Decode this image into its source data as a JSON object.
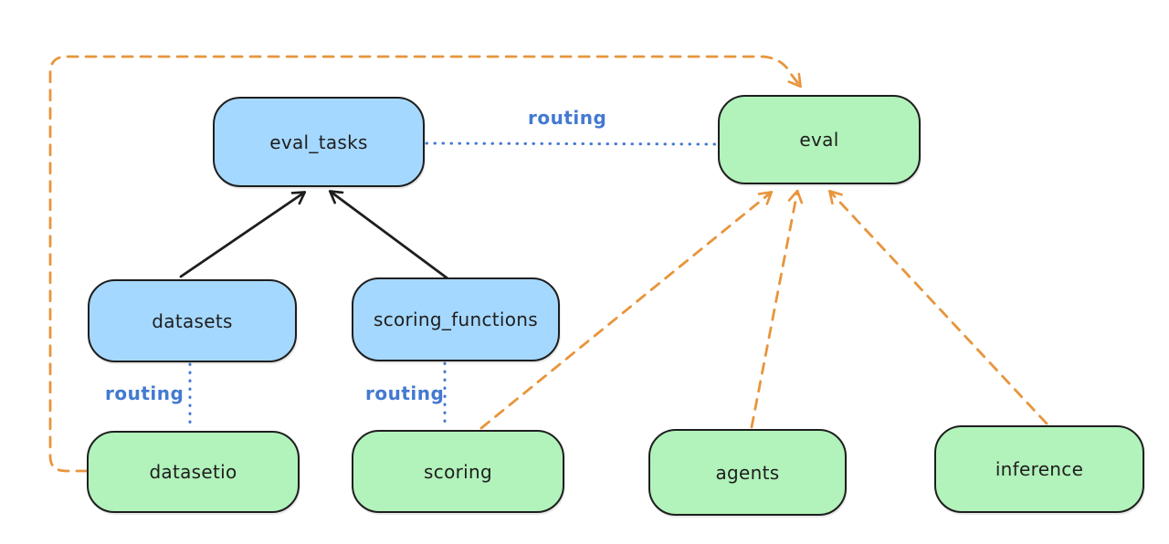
{
  "diagram": {
    "description": "Architecture diagram showing eval APIs routed to providers",
    "background": "#ffffff",
    "colors": {
      "api_fill_blue": "#a5d8ff",
      "provider_fill_green": "#b2f2bb",
      "node_stroke": "#1e1e1e",
      "routing_blue": "#4379d1",
      "dependency_orange": "#e8953c"
    },
    "nodes": {
      "eval_tasks": {
        "label": "eval_tasks",
        "fill": "#a5d8ff"
      },
      "datasets": {
        "label": "datasets",
        "fill": "#a5d8ff"
      },
      "scoring_functions": {
        "label": "scoring_functions",
        "fill": "#a5d8ff"
      },
      "eval": {
        "label": "eval",
        "fill": "#b2f2bb"
      },
      "datasetio": {
        "label": "datasetio",
        "fill": "#b2f2bb"
      },
      "scoring": {
        "label": "scoring",
        "fill": "#b2f2bb"
      },
      "agents": {
        "label": "agents",
        "fill": "#b2f2bb"
      },
      "inference": {
        "label": "inference",
        "fill": "#b2f2bb"
      }
    },
    "edges": [
      {
        "from": "datasets",
        "to": "eval_tasks",
        "style": "solid-black-arrow",
        "label": ""
      },
      {
        "from": "scoring_functions",
        "to": "eval_tasks",
        "style": "solid-black-arrow",
        "label": ""
      },
      {
        "from": "eval_tasks",
        "to": "eval",
        "style": "dotted-blue",
        "label": "routing"
      },
      {
        "from": "datasets",
        "to": "datasetio",
        "style": "dotted-blue",
        "label": "routing"
      },
      {
        "from": "scoring_functions",
        "to": "scoring",
        "style": "dotted-blue",
        "label": "routing"
      },
      {
        "from": "datasetio",
        "to": "eval",
        "style": "dashed-orange-arrow",
        "label": ""
      },
      {
        "from": "scoring",
        "to": "eval",
        "style": "dashed-orange-arrow",
        "label": ""
      },
      {
        "from": "agents",
        "to": "eval",
        "style": "dashed-orange-arrow",
        "label": ""
      },
      {
        "from": "inference",
        "to": "eval",
        "style": "dashed-orange-arrow",
        "label": ""
      }
    ]
  }
}
